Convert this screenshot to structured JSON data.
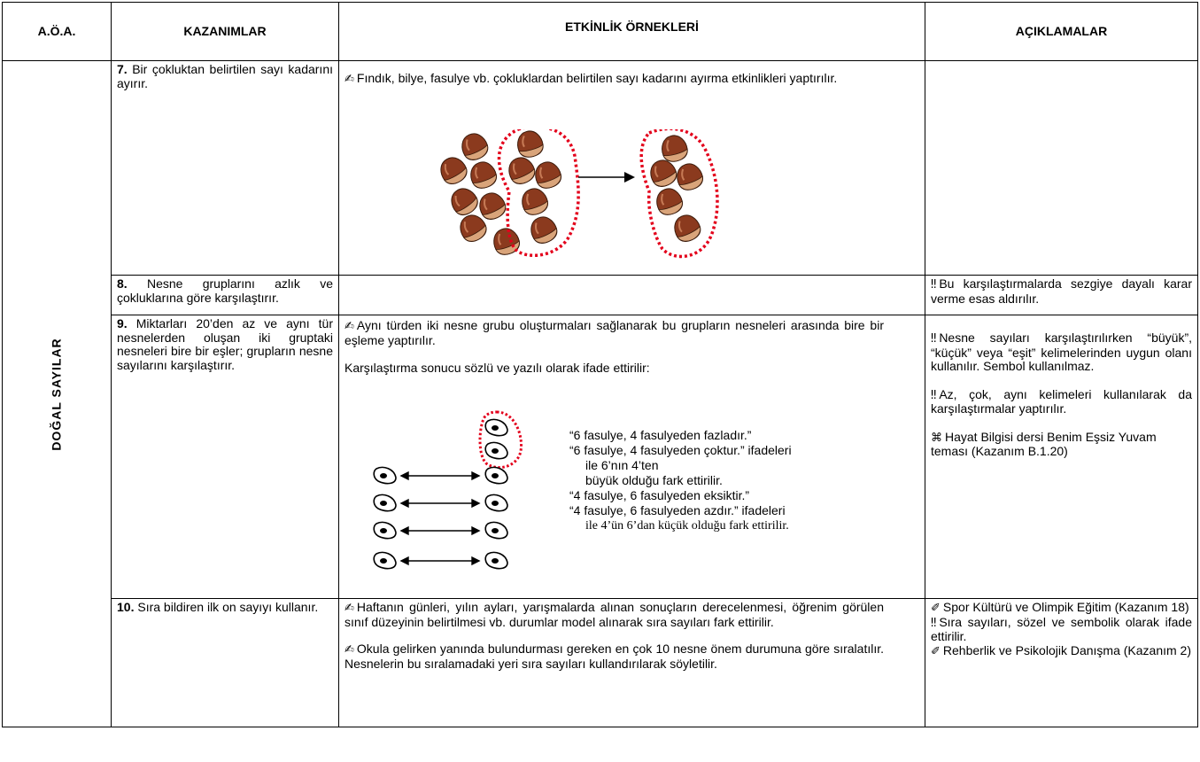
{
  "headers": {
    "aoa": "A.Ö.A.",
    "kazanimlar": "KAZANIMLAR",
    "etkinlik": "ETKİNLİK ÖRNEKLERİ",
    "aciklamalar": "AÇIKLAMALAR"
  },
  "area_label": "DOĞAL SAYILAR",
  "rows": [
    {
      "num": "7.",
      "kazanim": "Bir çokluktan belirtilen sayı kadarını ayırır.",
      "etkinlik_1": "Fındık, bilye, fasulye vb. çokluklardan belirtilen sayı kadarını ayırma etkinlikleri yaptırılır.",
      "aciklama": ""
    },
    {
      "num": "8.",
      "kazanim": "Nesne gruplarını azlık ve çokluklarına göre karşılaştırır.",
      "aciklama_1": "Bu karşılaştırmalarda sezgiye dayalı karar verme esas aldırılır."
    },
    {
      "num": "9.",
      "kazanim": "Miktarları 20’den az ve aynı tür nesnelerden oluşan iki gruptaki nesneleri bire bir eşler; grupların nesne sayılarını karşılaştırır.",
      "etkinlik_1": "Aynı türden iki nesne grubu oluşturmaları sağlanarak bu grupların nesneleri arasında bire bir eşleme yaptırılır.",
      "etkinlik_2": "Karşılaştırma sonucu sözlü ve yazılı olarak ifade ettirilir:",
      "quotes": [
        "“6 fasulye, 4 fasulyeden fazladır.”",
        "“6 fasulye, 4 fasulyeden çoktur.” ifadeleri",
        "ile 6’nın 4’ten",
        "büyük olduğu fark ettirilir.",
        "“4 fasulye, 6 fasulyeden eksiktir.”",
        "“4 fasulye, 6 fasulyeden azdır.” ifadeleri",
        "ile 4’ün 6’dan   küçük olduğu fark ettirilir."
      ],
      "aciklama_1": "Nesne sayıları karşılaştırılırken “büyük”, “küçük” veya “eşit” kelimelerinden uygun olanı kullanılır. Sembol kullanılmaz.",
      "aciklama_2": "Az, çok, aynı kelimeleri kullanılarak da karşılaştırmalar yaptırılır.",
      "aciklama_3": "Hayat Bilgisi dersi  Benim Eşsiz Yuvam teması (Kazanım B.1.20)"
    },
    {
      "num": "10.",
      "kazanim": "Sıra bildiren ilk on sayıyı kullanır.",
      "etkinlik_1": "Haftanın günleri, yılın ayları, yarışmalarda alınan sonuçların derecelenmesi, öğrenim görülen  sınıf düzeyinin belirtilmesi vb. durumlar model alınarak sıra sayıları fark ettirilir.",
      "etkinlik_2": "Okula gelirken yanında bulundurması gereken en çok 10 nesne önem durumuna göre sıralatılır. Nesnelerin bu sıralamadaki yeri sıra sayıları kullandırılarak söyletilir.",
      "aciklama_1": "Spor Kültürü ve Olimpik Eğitim (Kazanım 18)",
      "aciklama_2": "Sıra sayıları, sözel ve sembolik olarak ifade ettirilir.",
      "aciklama_3": "Rehberlik ve Psikolojik Danışma (Kazanım 2)"
    }
  ],
  "icons": {
    "activity": "activity-hand-icon",
    "warning": "warning-exclamation-icon",
    "link": "cross-link-icon",
    "pen": "pen-link-icon"
  },
  "colors": {
    "hazelnut": "#8B3A1E",
    "dotted_outline": "#E3001B"
  }
}
